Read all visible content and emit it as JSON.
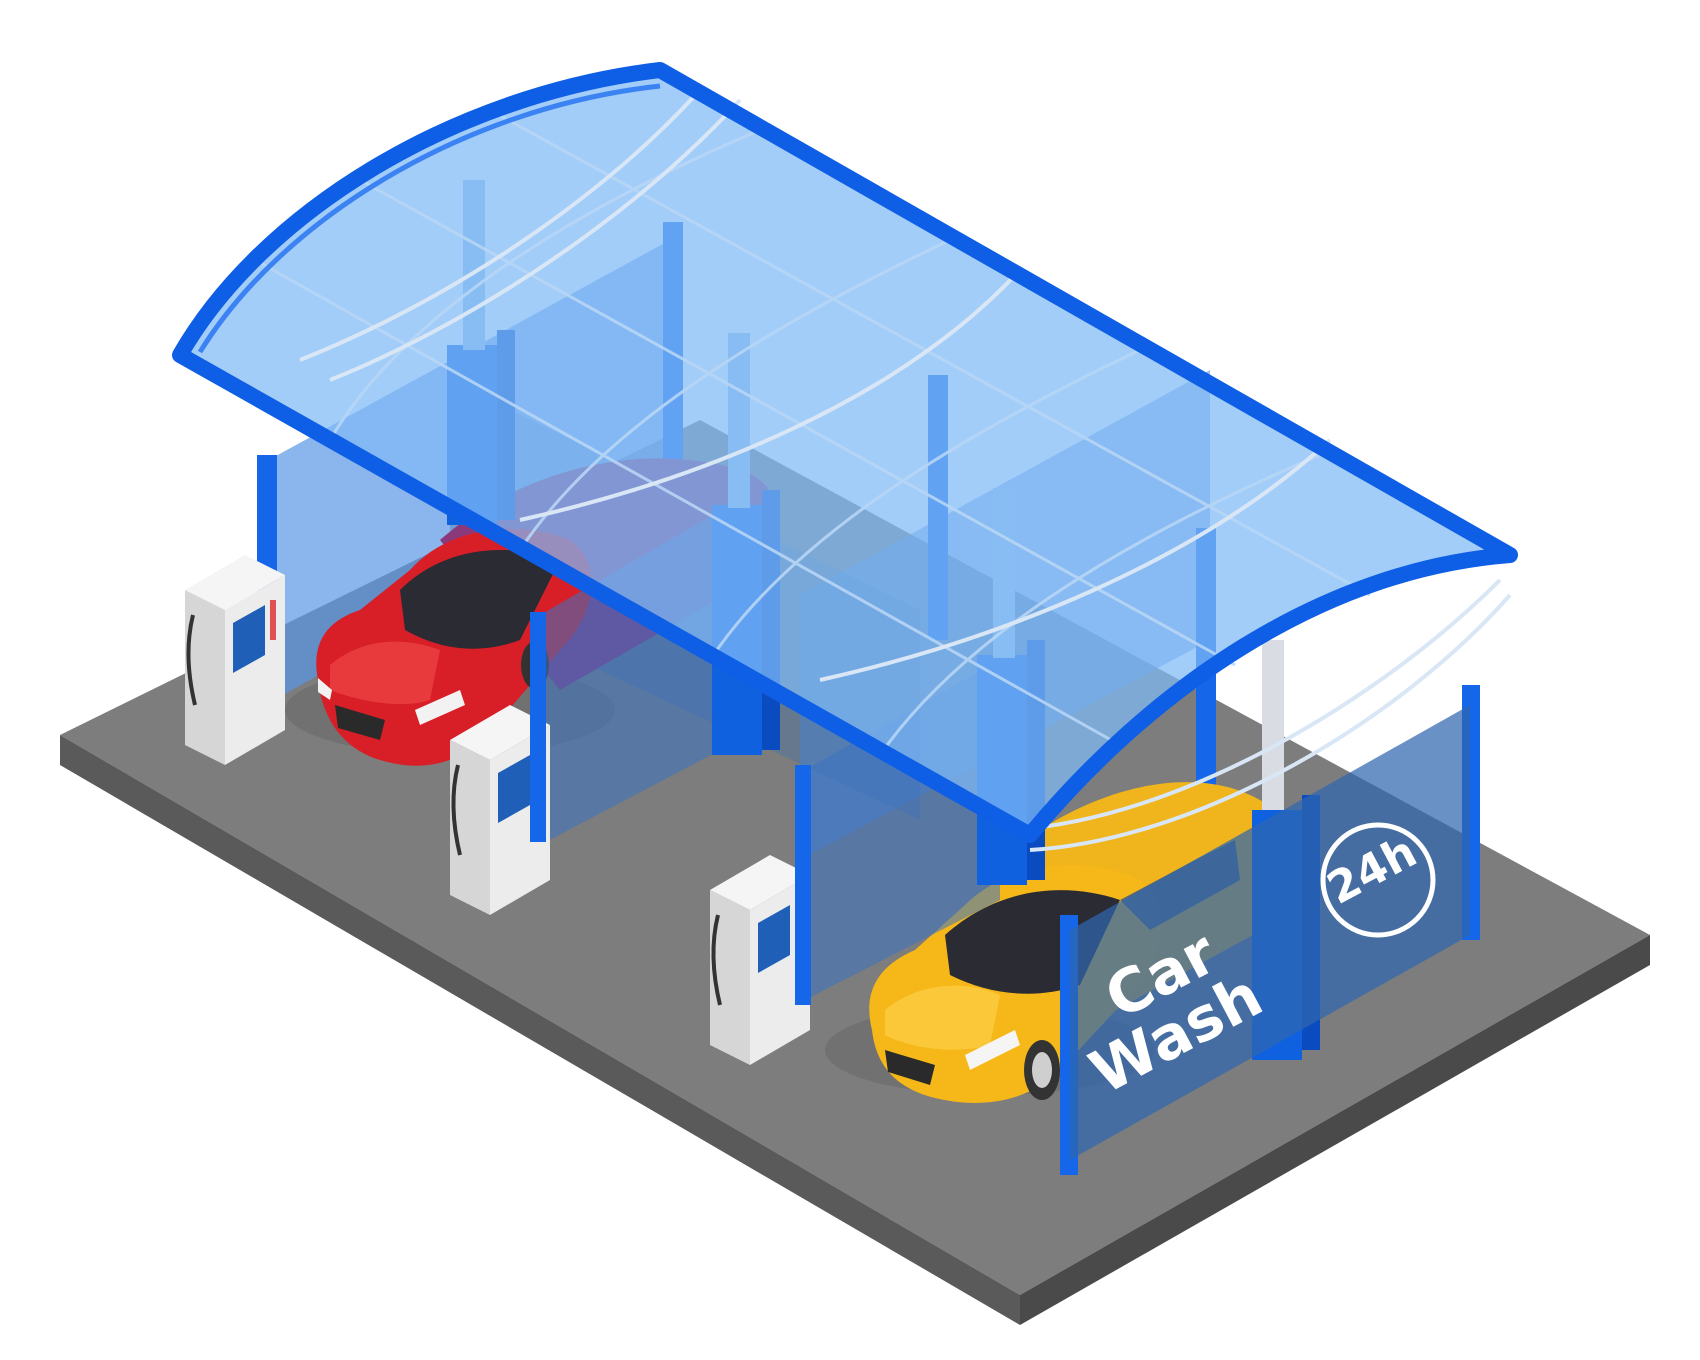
{
  "signage": {
    "line1": "Car",
    "line2": "Wash",
    "badge": "24h"
  },
  "colors": {
    "frame_blue": "#0f5fe0",
    "glass_blue": "#6fb4ff",
    "floor_top": "#7c7c7c",
    "floor_side": "#5b5b5b",
    "car_red": "#d9202a",
    "car_yellow": "#f4b81c",
    "kiosk_white": "#ededed",
    "kiosk_screen": "#1f5fb8"
  },
  "objects": {
    "cars": [
      {
        "name": "red-car",
        "color": "red"
      },
      {
        "name": "yellow-car",
        "color": "yellow"
      }
    ],
    "kiosks": 3,
    "bays": 2
  }
}
